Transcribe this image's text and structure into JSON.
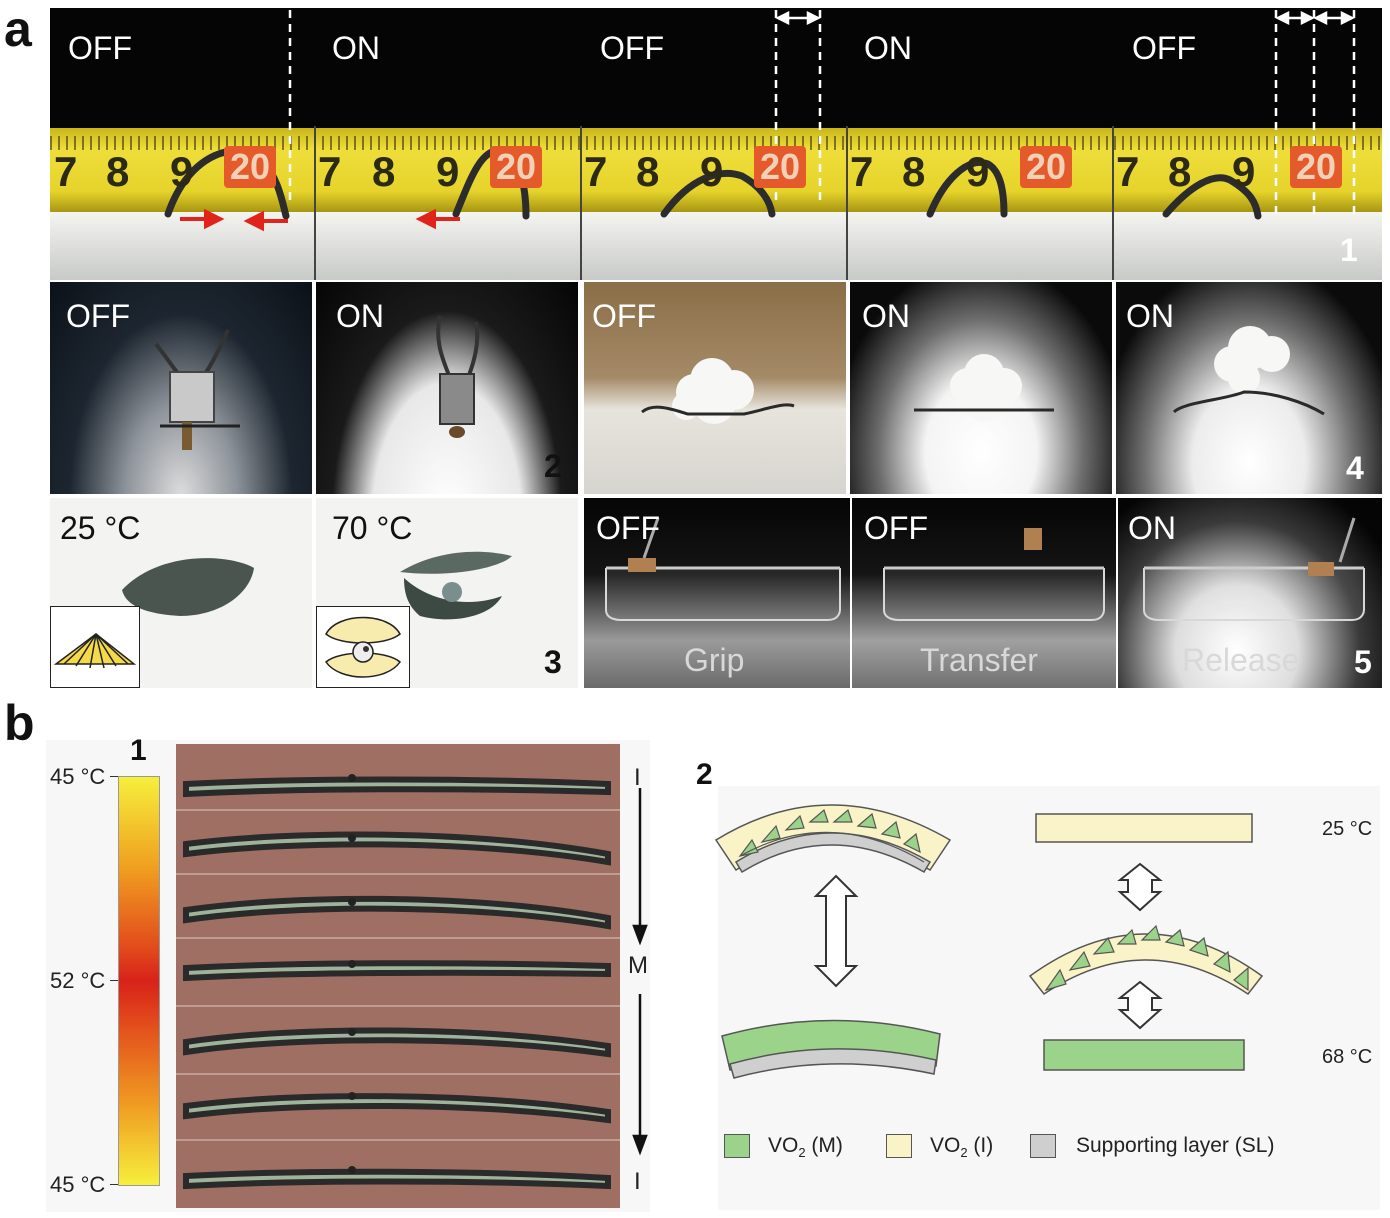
{
  "panel_a": {
    "letter": "a",
    "row1": {
      "labels": [
        "OFF",
        "ON",
        "OFF",
        "ON",
        "OFF"
      ],
      "ruler_numbers": [
        "7",
        "8",
        "9",
        "20"
      ],
      "index": "1"
    },
    "row2_left": {
      "labels": [
        "OFF",
        "ON"
      ],
      "index": "2"
    },
    "row2_right": {
      "labels": [
        "OFF",
        "ON",
        "ON"
      ],
      "index": "4"
    },
    "row3_left": {
      "labels": [
        "25 °C",
        "70 °C"
      ],
      "index": "3"
    },
    "row3_right": {
      "labels": [
        "OFF",
        "OFF",
        "ON"
      ],
      "captions": [
        "Grip",
        "Transfer",
        "Release"
      ],
      "index": "5"
    }
  },
  "panel_b": {
    "letter": "b",
    "sub1": {
      "index": "1",
      "scale_labels": [
        "45 °C",
        "52 °C",
        "45 °C"
      ],
      "phase_labels": [
        "I",
        "M",
        "I"
      ]
    },
    "sub2": {
      "index": "2",
      "temps": [
        "25 °C",
        "68 °C"
      ],
      "legend": [
        {
          "main": "VO",
          "sub": "2",
          "rest": " (M)",
          "color": "#9bd38a"
        },
        {
          "main": "VO",
          "sub": "2",
          "rest": " (I)",
          "color": "#fbf3c8"
        },
        {
          "main": "Supporting layer (SL)",
          "sub": "",
          "rest": "",
          "color": "#cfcfcf"
        }
      ]
    }
  },
  "colors": {
    "vo2_m": "#9bd38a",
    "vo2_i": "#fbf3c8",
    "support": "#cfcfcf",
    "ruler": "#e8d82a",
    "photo_dark": "#0b0b0b"
  }
}
